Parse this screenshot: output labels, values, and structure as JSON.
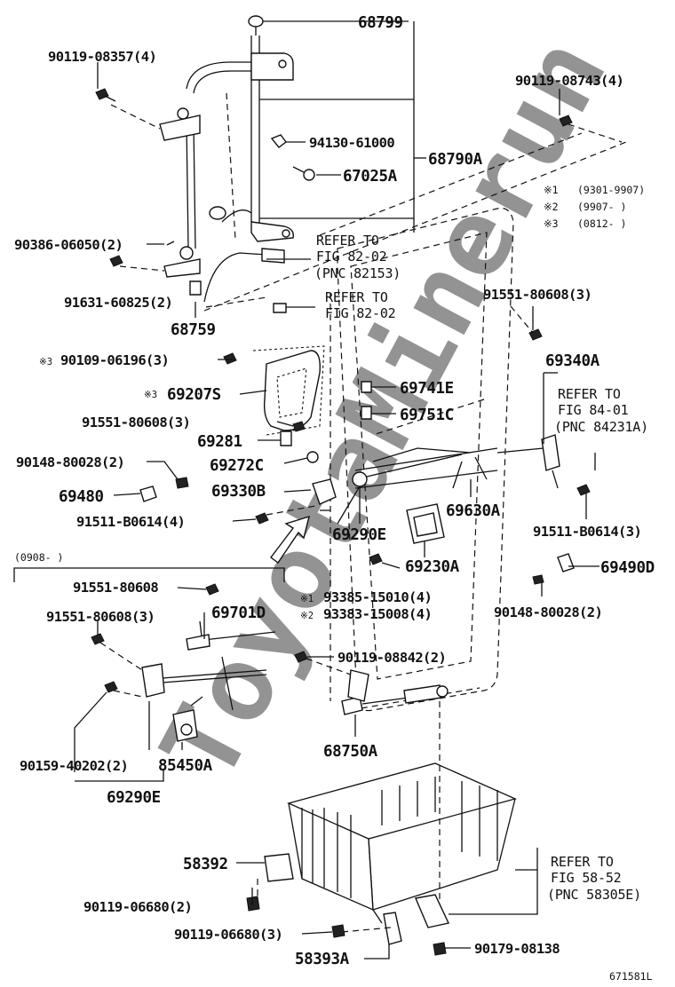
{
  "diagram": {
    "watermark": "ToyotaMinerun",
    "figure_code": "671581L",
    "legend": [
      {
        "mark": "※1",
        "range": "(9301-9907)"
      },
      {
        "mark": "※2",
        "range": "(9907-      )"
      },
      {
        "mark": "※3",
        "range": "(0812-      )"
      }
    ],
    "inset_period": "(0908-      )",
    "labels": {
      "p68799": "68799",
      "p68790A": "68790A",
      "p9011908357": "90119-08357(4)",
      "p9011908743": "90119-08743(4)",
      "p9413061000": "94130-61000",
      "p67025A": "67025A",
      "p9038606050": "90386-06050(2)",
      "p9163160825": "91631-60825(2)",
      "p68759": "68759",
      "ref8202a_l1": "REFER TO",
      "ref8202a_l2": "FIG 82-02",
      "ref8202a_l3": "(PNC 82153)",
      "ref8202b_l1": "REFER TO",
      "ref8202b_l2": "FIG 82-02",
      "p9155180608_3a": "91551-80608(3)",
      "p9010906196": "90109-06196(3)",
      "p9010906196_mark": "※3",
      "p69207S": "69207S",
      "p69207S_mark": "※3",
      "p9155180608_3b": "91551-80608(3)",
      "p69741E": "69741E",
      "p69751C": "69751C",
      "p69340A": "69340A",
      "ref8401_l1": "REFER TO",
      "ref8401_l2": "FIG 84-01",
      "ref8401_l3": "(PNC 84231A)",
      "p69281": "69281",
      "p69272C": "69272C",
      "p9014880028_2a": "90148-80028(2)",
      "p69480": "69480",
      "p69330B": "69330B",
      "p91511B0614_4": "91511-B0614(4)",
      "p69290E_a": "69290E",
      "p69630A": "69630A",
      "p91511B0614_3": "91511-B0614(3)",
      "p69230A": "69230A",
      "p69490D": "69490D",
      "p9155180608": "91551-80608",
      "p69701D": "69701D",
      "p9155180608_3c": "91551-80608(3)",
      "p9338515010": "93385-15010(4)",
      "p9338515010_mark": "※1",
      "p9338315008": "93383-15008(4)",
      "p9338315008_mark": "※2",
      "p9014880028_2b": "90148-80028(2)",
      "p9011908842": "90119-08842(2)",
      "p9015940202": "90159-40202(2)",
      "p85450A": "85450A",
      "p69290E_b": "69290E",
      "p68750A": "68750A",
      "p58392": "58392",
      "ref5852_l1": "REFER TO",
      "ref5852_l2": "FIG 58-52",
      "ref5852_l3": "(PNC 58305E)",
      "p9011906680_2": "90119-06680(2)",
      "p9011906680_3": "90119-06680(3)",
      "p58393A": "58393A",
      "p9017908138": "90179-08138"
    }
  }
}
